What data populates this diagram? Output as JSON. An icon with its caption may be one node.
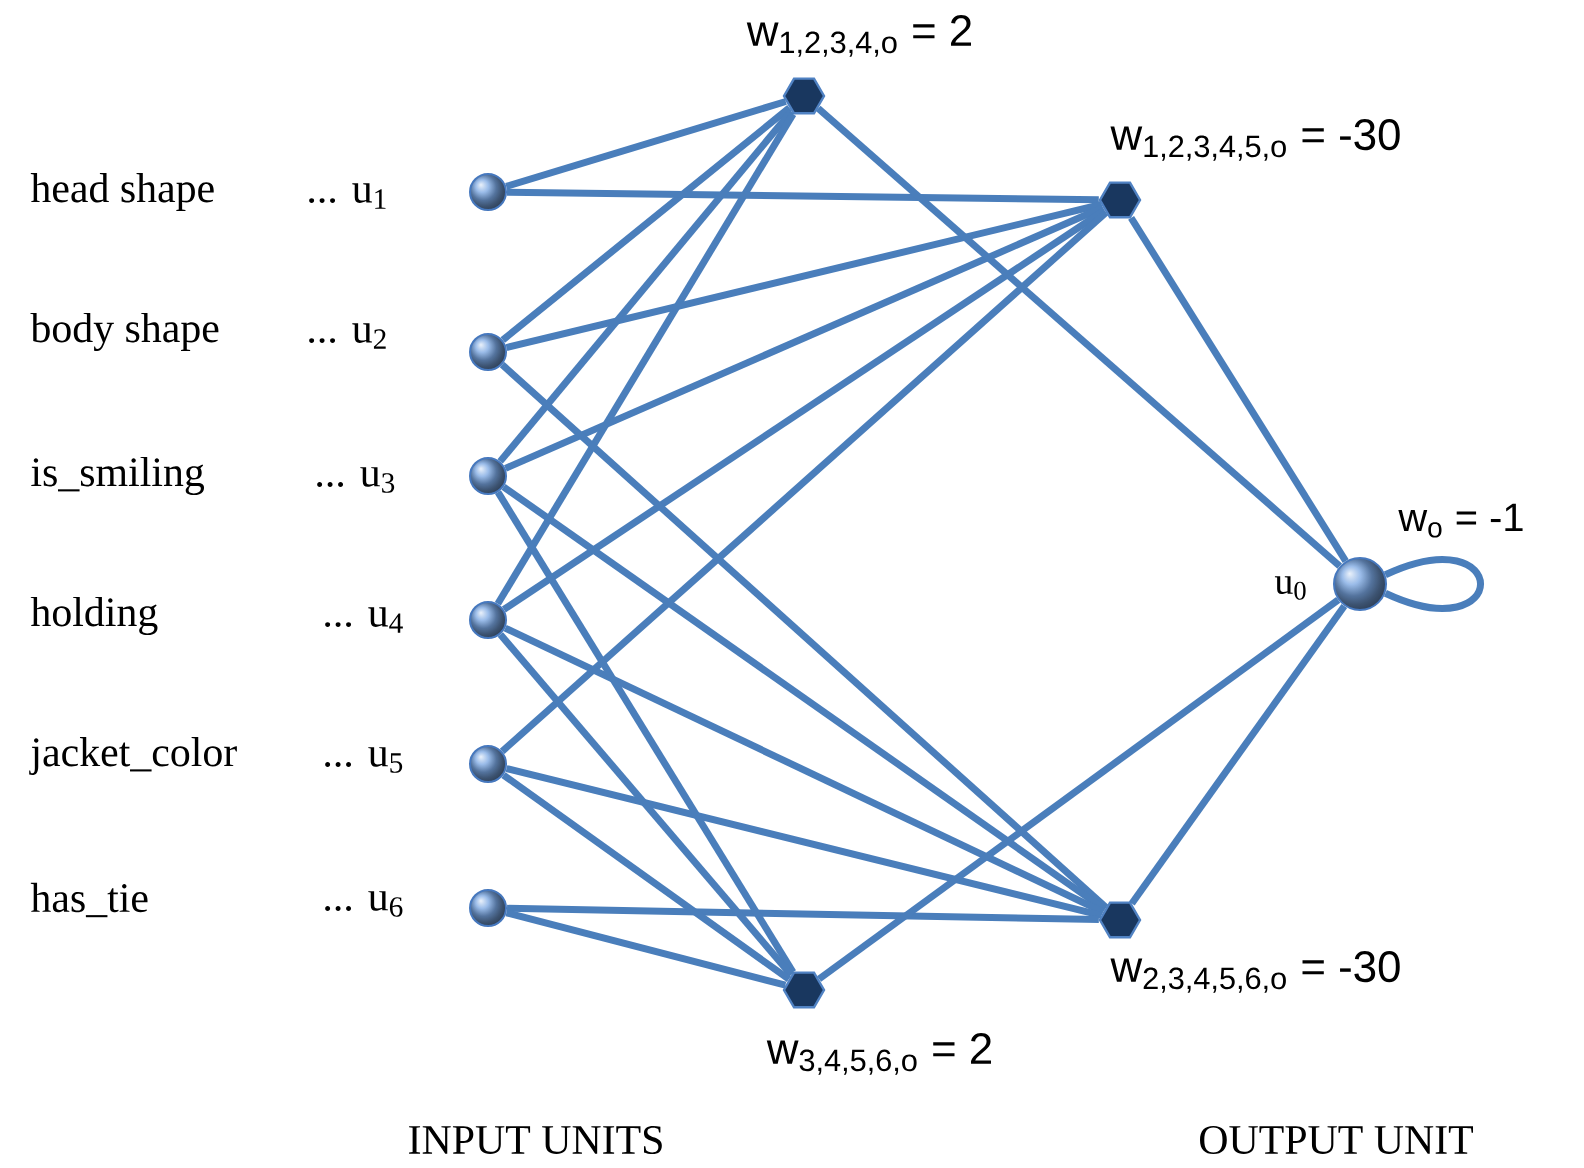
{
  "diagram": {
    "nodes": [
      {
        "text": [],
        "shape": "circle",
        "beside": [
          "... u$_{1}$"
        ]
      },
      {
        "text": [],
        "shape": "circle",
        "beside": [
          "... u$_{2}$"
        ]
      },
      {
        "text": [],
        "shape": "circle",
        "beside": [
          "... u$_{3}$"
        ]
      },
      {
        "text": [],
        "shape": "circle",
        "beside": [
          "... u$_{4}$"
        ]
      },
      {
        "text": [],
        "shape": "circle",
        "beside": [
          "... u$_{5}$"
        ]
      },
      {
        "text": [],
        "shape": "circle",
        "beside": [
          "... u$_{6}$"
        ]
      },
      {
        "text": [],
        "shape": "hexagon",
        "beside": [
          "w$_{1,2,3,4,o}$ = 2"
        ]
      },
      {
        "text": [],
        "shape": "hexagon",
        "beside": [
          "w$_{1,2,3,4,5,o}$ = -30"
        ]
      },
      {
        "text": [],
        "shape": "hexagon",
        "beside": [
          "w$_{2,3,4,5,6,o}$ = -30"
        ]
      },
      {
        "text": [],
        "shape": "hexagon",
        "beside": [
          "w$_{3,4,5,6,o}$ = 2"
        ]
      },
      {
        "text": [],
        "shape": "circle",
        "beside": [
          "u$_{0}$"
        ]
      }
    ],
    "edges": [
      {
        "from": 0,
        "to": 6,
        "arrow": "none"
      },
      {
        "from": 1,
        "to": 6,
        "arrow": "none"
      },
      {
        "from": 2,
        "to": 6,
        "arrow": "none"
      },
      {
        "from": 3,
        "to": 6,
        "arrow": "none"
      },
      {
        "from": 0,
        "to": 7,
        "arrow": "none"
      },
      {
        "from": 1,
        "to": 7,
        "arrow": "none"
      },
      {
        "from": 2,
        "to": 7,
        "arrow": "none"
      },
      {
        "from": 3,
        "to": 7,
        "arrow": "none"
      },
      {
        "from": 4,
        "to": 7,
        "arrow": "none"
      },
      {
        "from": 1,
        "to": 8,
        "arrow": "none"
      },
      {
        "from": 2,
        "to": 8,
        "arrow": "none"
      },
      {
        "from": 3,
        "to": 8,
        "arrow": "none"
      },
      {
        "from": 4,
        "to": 8,
        "arrow": "none"
      },
      {
        "from": 5,
        "to": 8,
        "arrow": "none"
      },
      {
        "from": 2,
        "to": 9,
        "arrow": "none"
      },
      {
        "from": 3,
        "to": 9,
        "arrow": "none"
      },
      {
        "from": 4,
        "to": 9,
        "arrow": "none"
      },
      {
        "from": 5,
        "to": 9,
        "arrow": "none"
      },
      {
        "from": 6,
        "to": 10,
        "arrow": "none"
      },
      {
        "from": 7,
        "to": 10,
        "arrow": "none"
      },
      {
        "from": 8,
        "to": 10,
        "arrow": "none"
      },
      {
        "from": 9,
        "to": 10,
        "arrow": "none"
      },
      {
        "from": 10,
        "to": 10,
        "arrow": "none",
        "label": "w$_{o}$ = -1"
      }
    ],
    "labels": [
      "head shape",
      "body shape",
      "is_smiling",
      "holding",
      "jacket_color",
      "has_tie",
      "INPUT UNITS",
      "OUTPUT UNIT"
    ]
  }
}
